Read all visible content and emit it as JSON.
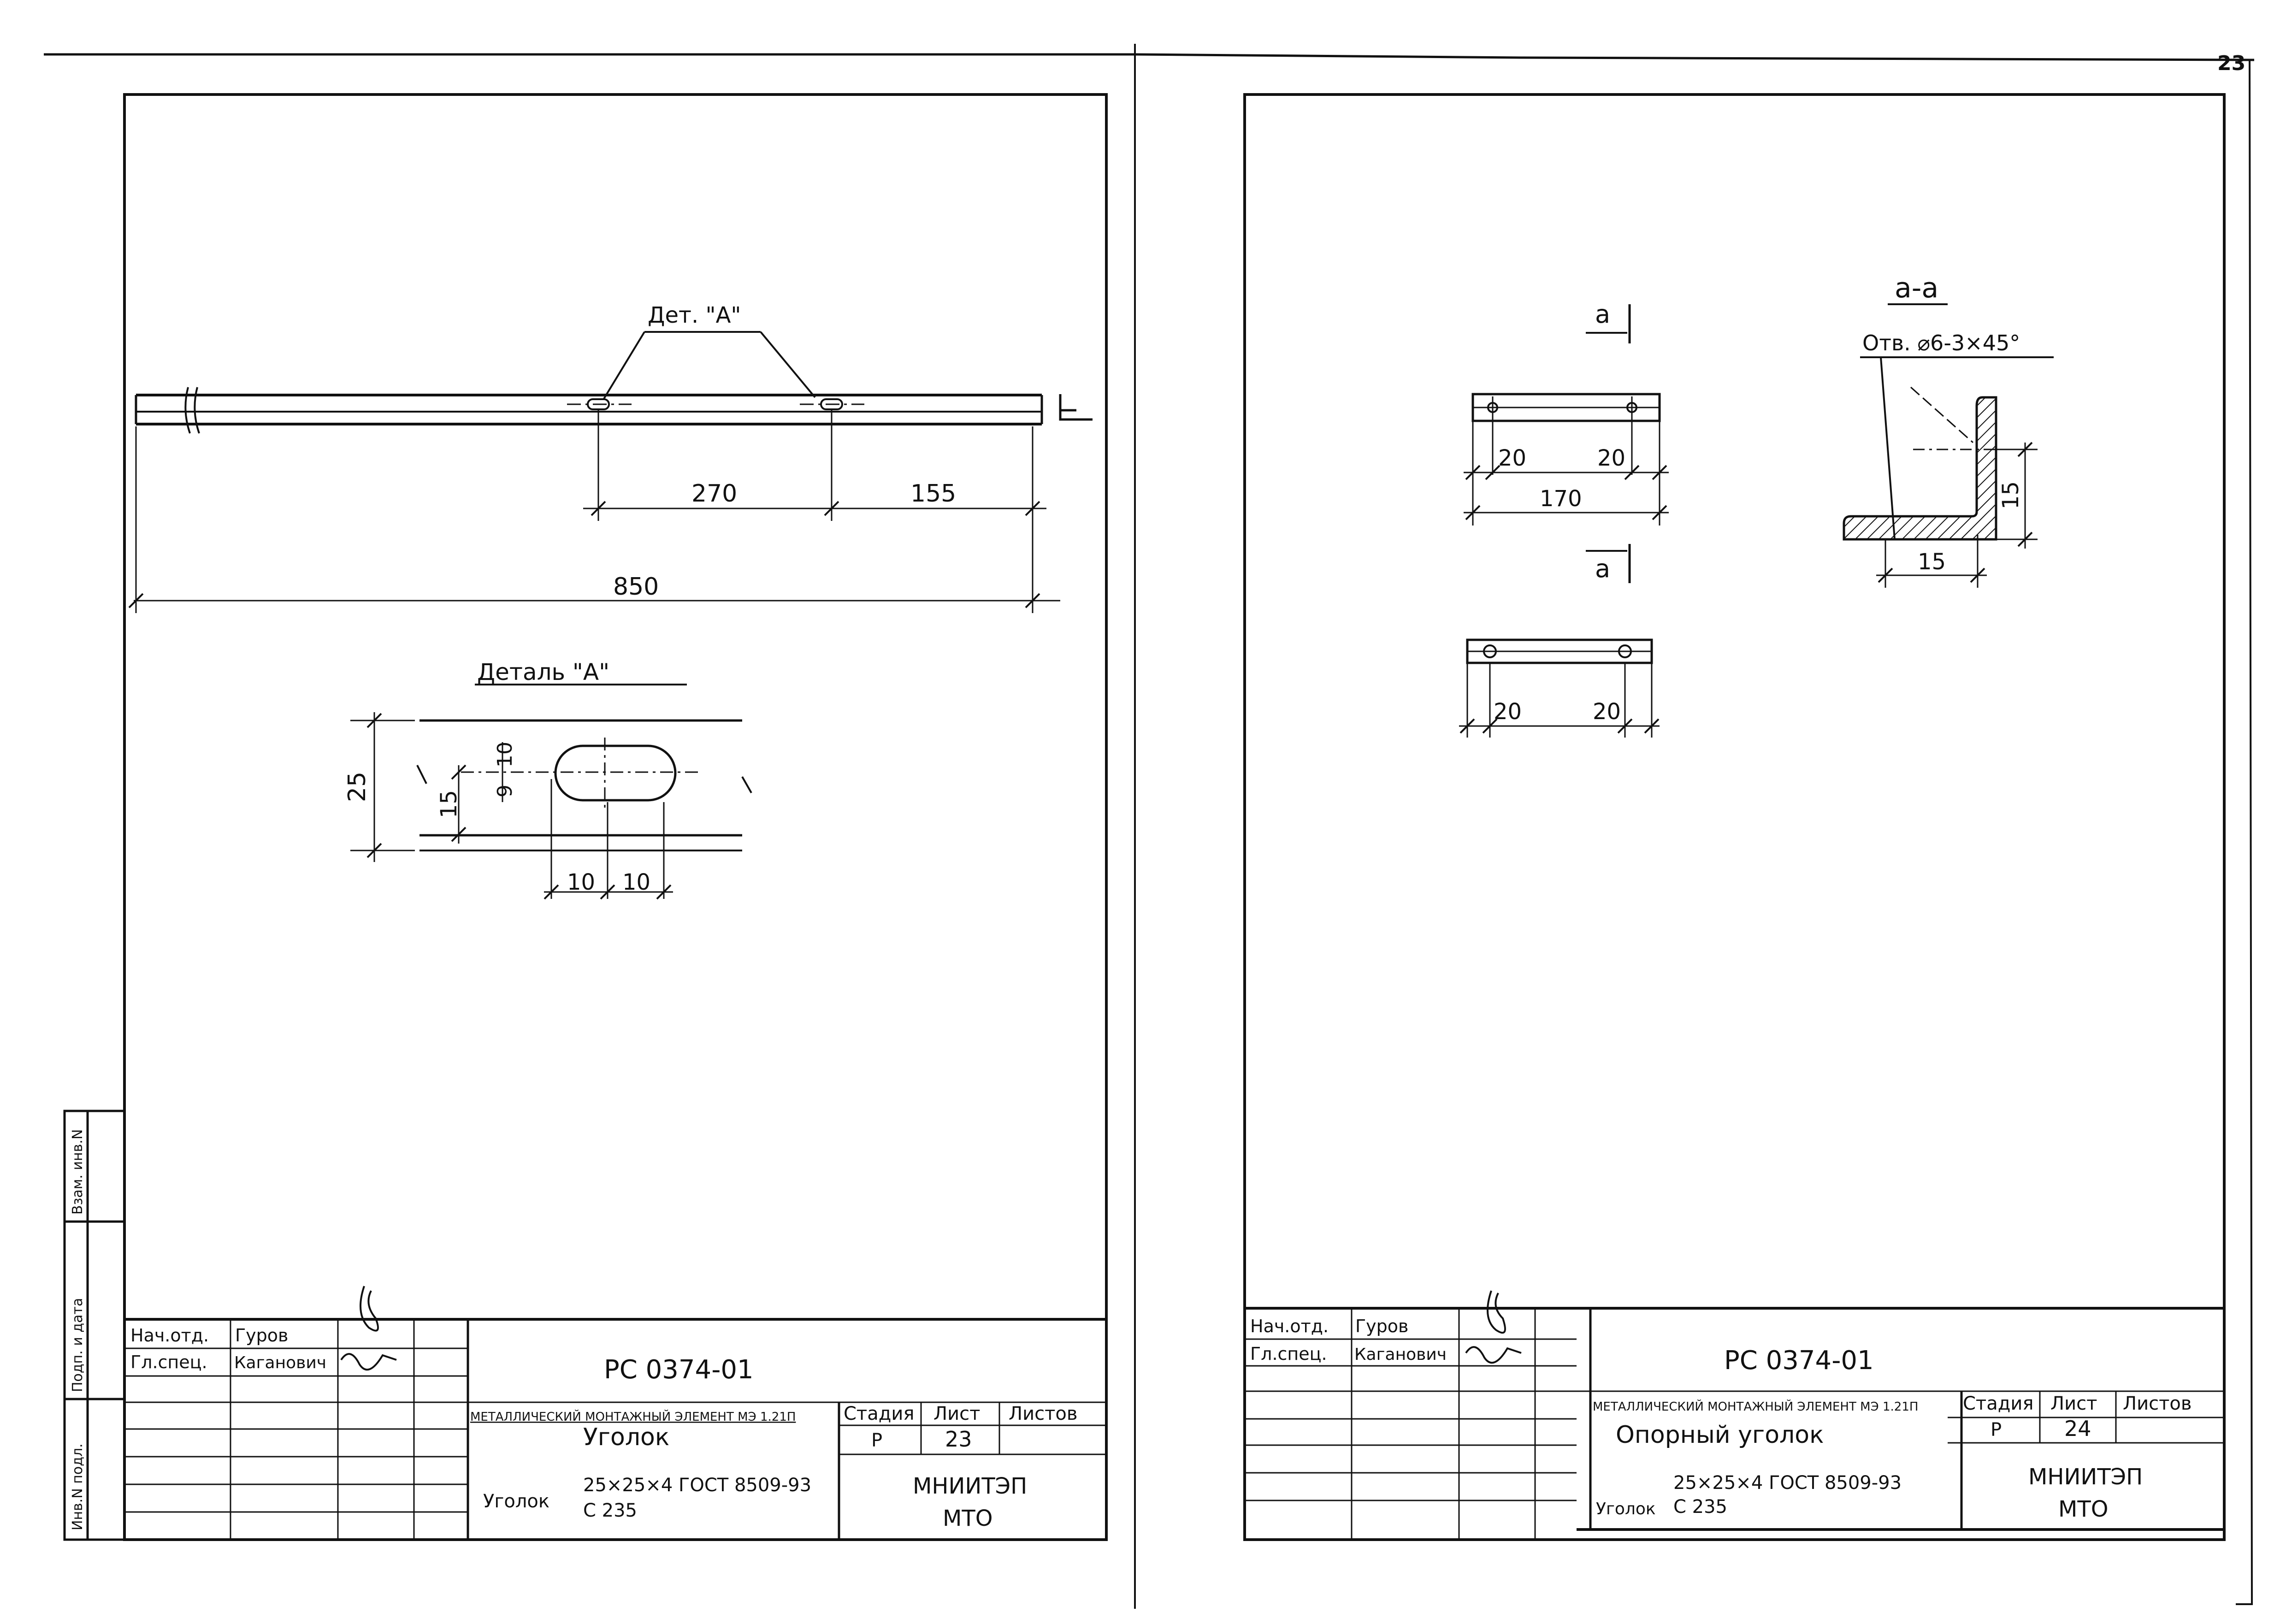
{
  "page_number": "23",
  "sheets": [
    {
      "id": "left",
      "drawing": {
        "callout": "Дет. \"А\"",
        "dims": [
          "270",
          "155",
          "850"
        ],
        "detail_title": "Деталь \"А\"",
        "detail_dims": [
          "25",
          "15",
          "9",
          "10",
          "10",
          "10"
        ]
      },
      "stamp": {
        "side_labels": [
          "Взам. инв.N",
          "Подп. и дата",
          "Инв.N подл."
        ],
        "roles": [
          {
            "role": "Нач.отд.",
            "name": "Гуров"
          },
          {
            "role": "Гл.спец.",
            "name": "Каганович"
          }
        ],
        "doc_code": "РС 0374-01",
        "element": "МЕТАЛЛИЧЕСКИЙ МОНТАЖНЫЙ ЭЛЕМЕНТ МЭ 1.21П",
        "part_name": "Уголок",
        "material_label": "Уголок",
        "profile": "25×25×4 ГОСТ 8509-93",
        "steel": "С 235",
        "headers": [
          "Стадия",
          "Лист",
          "Листов"
        ],
        "stage": "Р",
        "sheet_no": "23",
        "org1": "МНИИТЭП",
        "org2": "МТО"
      }
    },
    {
      "id": "right",
      "drawing": {
        "section_mark": "а",
        "section_title": "а-а",
        "hole_note": "Отв. ⌀6-3×45°",
        "dims": [
          "20",
          "20",
          "170",
          "15",
          "15",
          "20",
          "20"
        ]
      },
      "stamp": {
        "roles": [
          {
            "role": "Нач.отд.",
            "name": "Гуров"
          },
          {
            "role": "Гл.спец.",
            "name": "Каганович"
          }
        ],
        "doc_code": "РС 0374-01",
        "element": "МЕТАЛЛИЧЕСКИЙ МОНТАЖНЫЙ ЭЛЕМЕНТ МЭ 1.21П",
        "part_name": "Опорный уголок",
        "material_label": "Уголок",
        "profile": "25×25×4 ГОСТ 8509-93",
        "steel": "С 235",
        "headers": [
          "Стадия",
          "Лист",
          "Листов"
        ],
        "stage": "Р",
        "sheet_no": "24",
        "org1": "МНИИТЭП",
        "org2": "МТО"
      }
    }
  ]
}
